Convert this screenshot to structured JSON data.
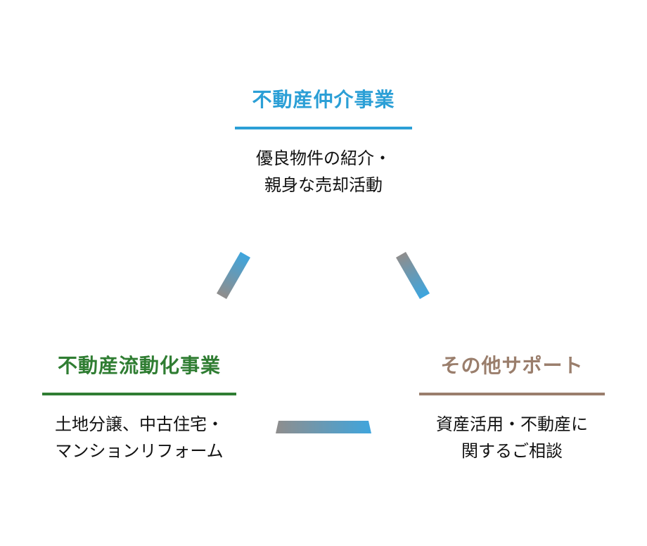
{
  "colors": {
    "brokerage": "#2b9fd6",
    "distribution": "#2f7d32",
    "other": "#9a7e6c",
    "connector_gray": "#8e8e8e",
    "connector_blue": "#3fa5dd"
  },
  "nodes": {
    "brokerage": {
      "title": "不動産仲介事業",
      "desc_line1": "優良物件の紹介・",
      "desc_line2": "親身な売却活動"
    },
    "distribution": {
      "title": "不動産流動化事業",
      "desc_line1": "土地分譲、中古住宅・",
      "desc_line2": "マンションリフォーム"
    },
    "other": {
      "title": "その他サポート",
      "desc_line1": "資産活用・不動産に",
      "desc_line2": "関するご相談"
    }
  }
}
